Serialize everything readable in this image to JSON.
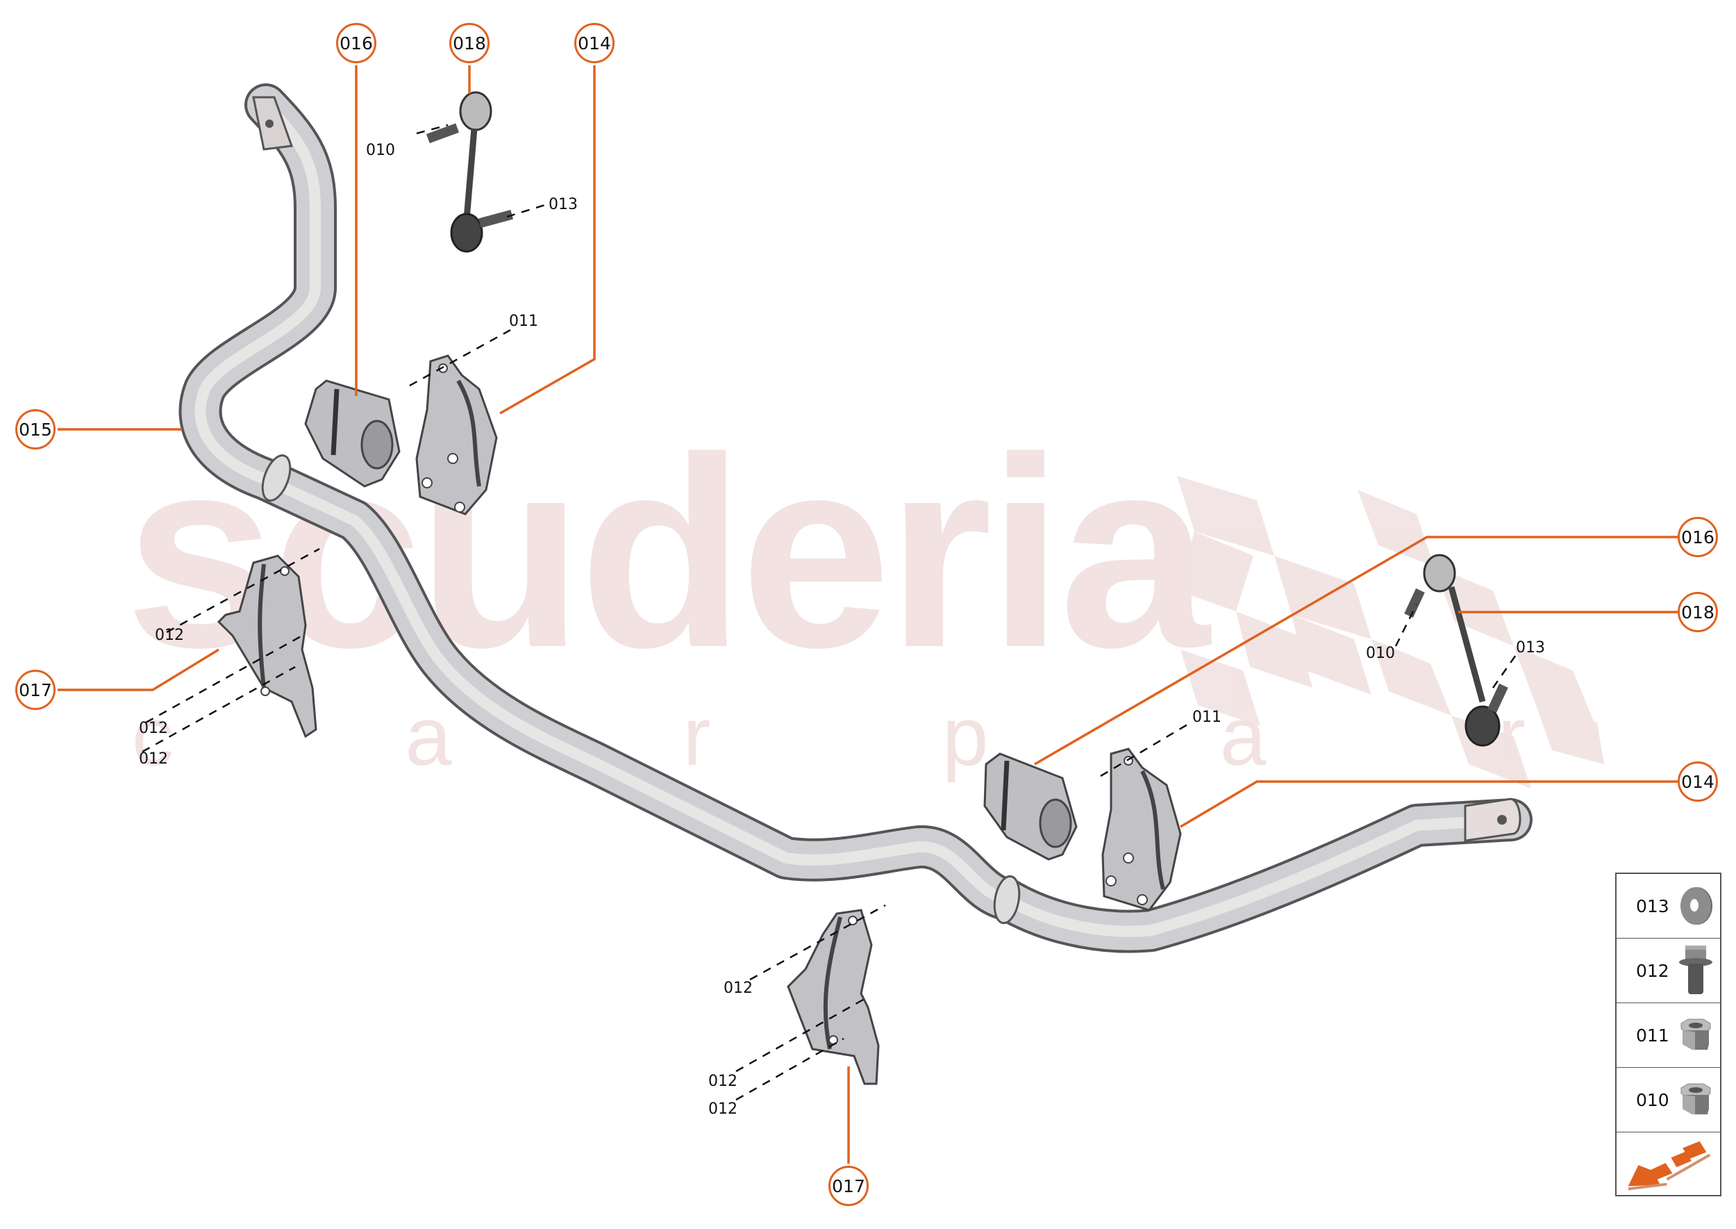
{
  "watermark": {
    "brand": "scuderia",
    "tagline": "c a r p a r t s"
  },
  "colors": {
    "callout_orange": "#e0621e",
    "watermark_pink": "#f2e2e2",
    "part_gray": "#c8c8cc",
    "outline": "#555555"
  },
  "callouts": [
    {
      "id": "016",
      "label": "016",
      "position": "top"
    },
    {
      "id": "018",
      "label": "018",
      "position": "top"
    },
    {
      "id": "014",
      "label": "014",
      "position": "top"
    },
    {
      "id": "015",
      "label": "015",
      "position": "left"
    },
    {
      "id": "017",
      "label": "017",
      "position": "left"
    },
    {
      "id": "016",
      "label": "016",
      "position": "right"
    },
    {
      "id": "018",
      "label": "018",
      "position": "right"
    },
    {
      "id": "014",
      "label": "014",
      "position": "right"
    },
    {
      "id": "017",
      "label": "017",
      "position": "bottom"
    }
  ],
  "part_refs": [
    {
      "code": "010",
      "near": "upper drop link"
    },
    {
      "code": "013",
      "near": "upper drop link"
    },
    {
      "code": "011",
      "near": "upper bracket"
    },
    {
      "code": "012",
      "near": "left clamp top"
    },
    {
      "code": "012",
      "near": "left clamp middle"
    },
    {
      "code": "012",
      "near": "left clamp bottom"
    },
    {
      "code": "011",
      "near": "lower bracket"
    },
    {
      "code": "010",
      "near": "right drop link"
    },
    {
      "code": "013",
      "near": "right drop link"
    },
    {
      "code": "012",
      "near": "lower clamp top"
    },
    {
      "code": "012",
      "near": "lower clamp middle"
    },
    {
      "code": "012",
      "near": "lower clamp bottom"
    }
  ],
  "legend": {
    "items": [
      {
        "code": "013",
        "icon": "washer-icon"
      },
      {
        "code": "012",
        "icon": "flange-bolt-icon"
      },
      {
        "code": "011",
        "icon": "flange-nut-icon"
      },
      {
        "code": "010",
        "icon": "flange-nut-icon"
      }
    ],
    "direction_icon": "front-direction-arrow-icon"
  }
}
